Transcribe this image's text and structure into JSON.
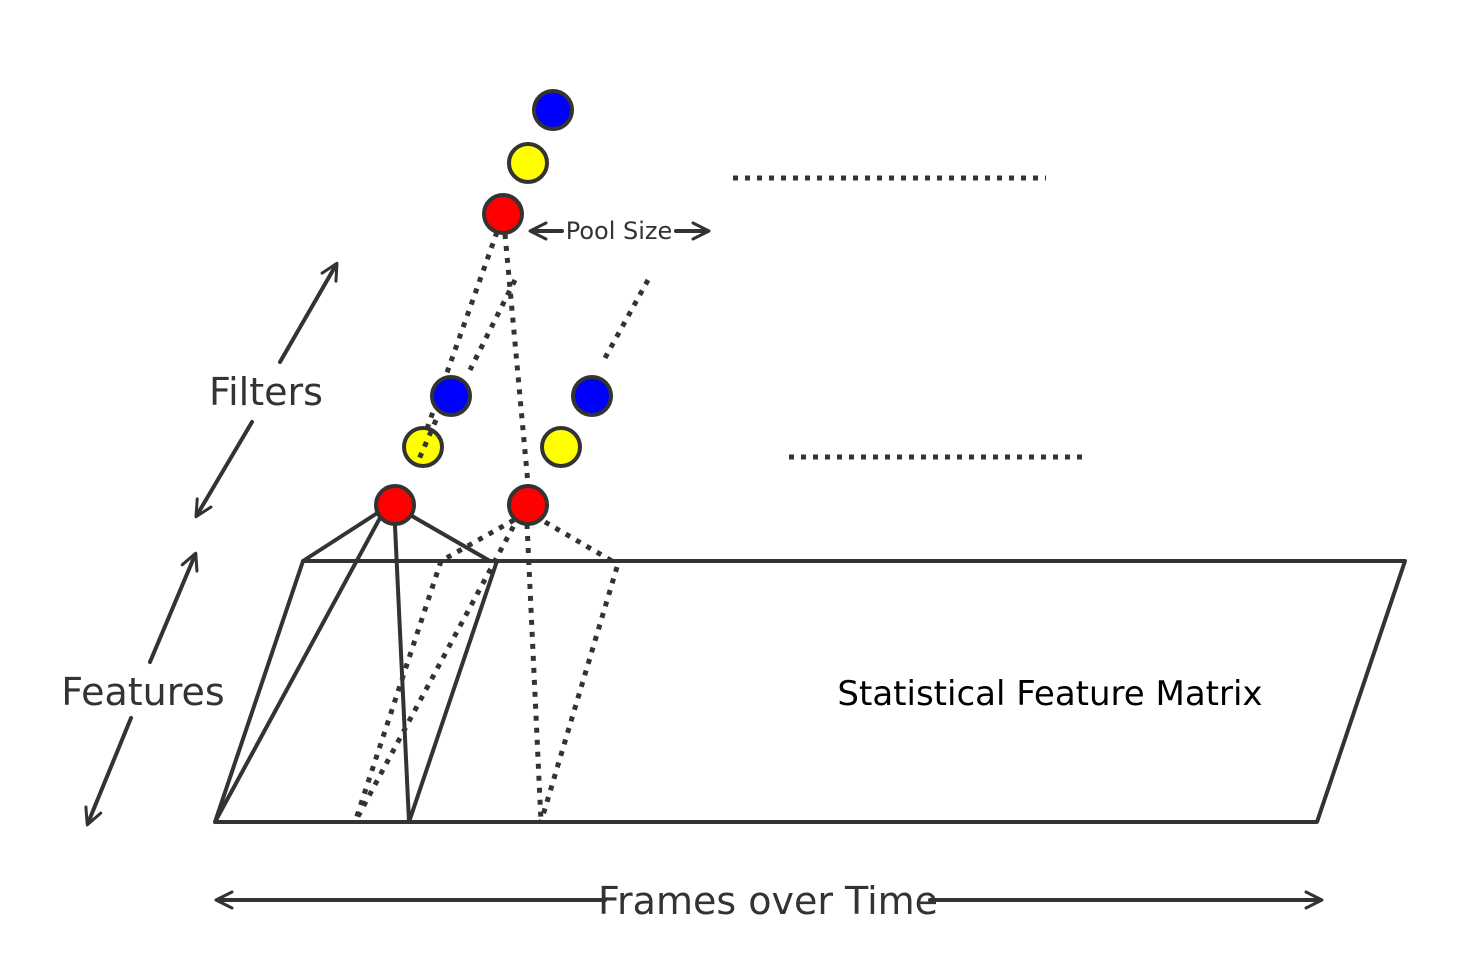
{
  "labels": {
    "filters": "Filters",
    "features": "Features",
    "pool_size": "Pool Size",
    "matrix": "Statistical Feature Matrix",
    "time_axis": "Frames over Time"
  },
  "colors": {
    "red": "#ff0000",
    "yellow": "#ffff00",
    "blue": "#0000ff",
    "line": "#333333"
  }
}
